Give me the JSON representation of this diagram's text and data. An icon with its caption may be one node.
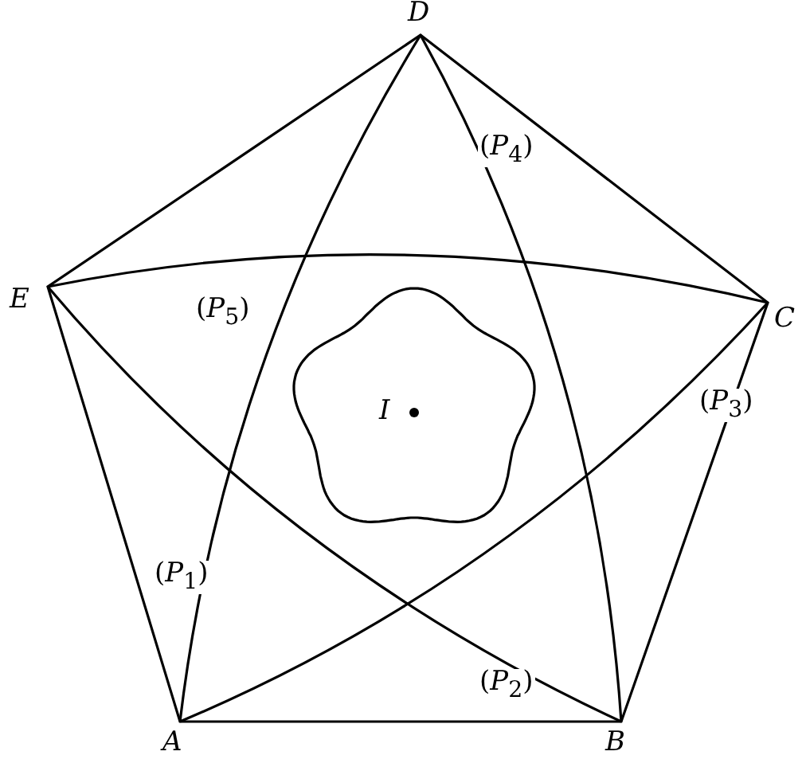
{
  "diagram": {
    "labels": [
      "D",
      "(*P*$_{4}$)",
      "E",
      "(*P*$_{5}$)",
      "C",
      "I",
      "(*P*$_{3}$)",
      "(*P*$_{1}$)",
      "(*P*$_{2}$)",
      "A",
      "B"
    ]
  }
}
